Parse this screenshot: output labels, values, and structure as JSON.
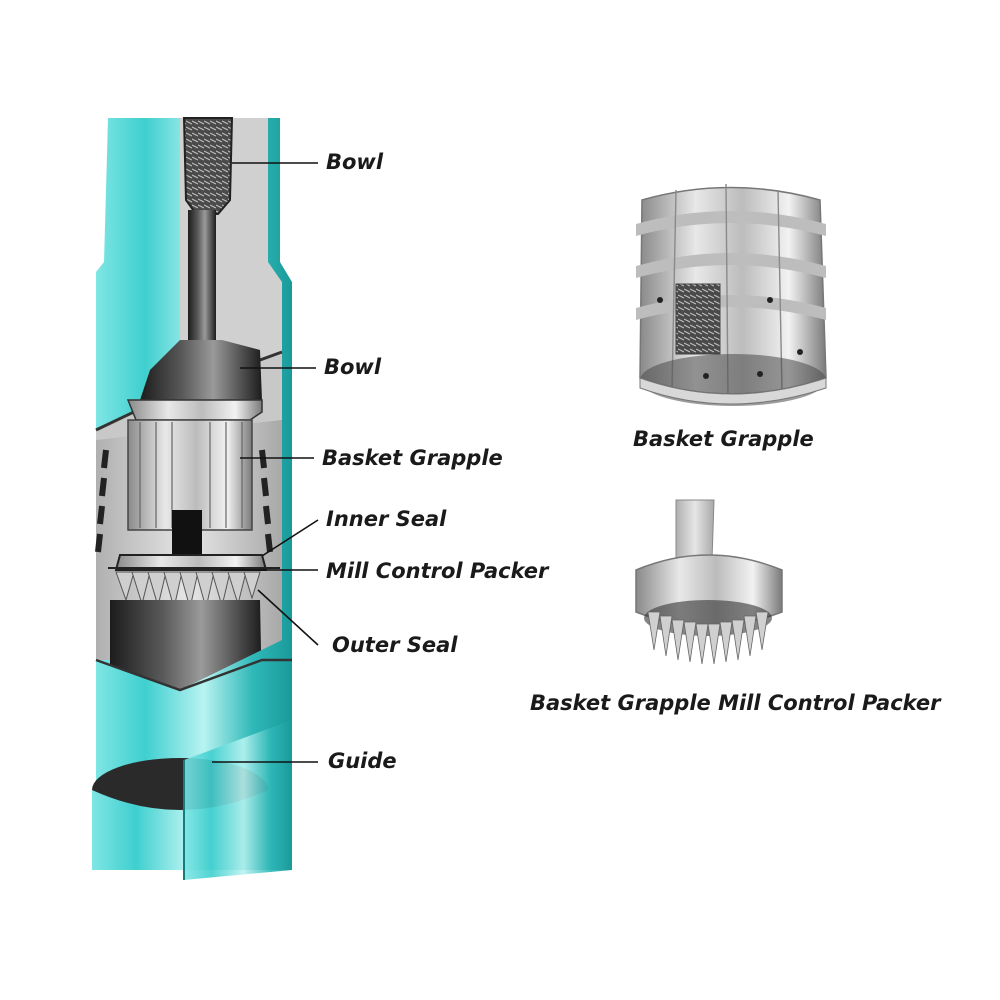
{
  "labels": {
    "bowl_upper": "Bowl",
    "bowl_lower": "Bowl",
    "basket_grapple": "Basket Grapple",
    "inner_seal": "Inner Seal",
    "mill_control_packer": "Mill Control Packer",
    "outer_seal": "Outer Seal",
    "guide": "Guide"
  },
  "captions": {
    "basket_grapple": "Basket Grapple",
    "basket_grapple_mill_control_packer": "Basket Grapple Mill Control Packer"
  },
  "colors": {
    "cyan": "#3fcfcf",
    "cyan_dark": "#1aa3a3",
    "cyan_light": "#a8f0ee",
    "steel_dark": "#2a2a2a",
    "steel_mid": "#7a7a7a",
    "steel_light": "#d9d9d9",
    "label_text": "#1a1a1a"
  }
}
